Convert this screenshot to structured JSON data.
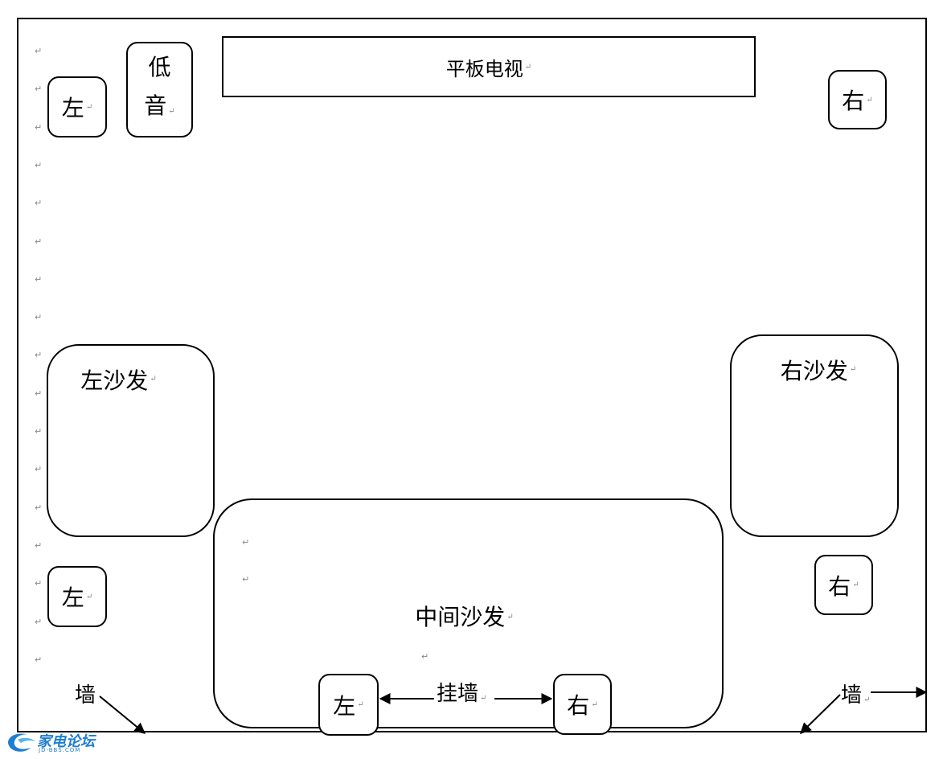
{
  "tv": "平板电视",
  "speakers": {
    "front_left": "左",
    "subwoofer_top": "低",
    "subwoofer_bottom": "音",
    "front_right": "右",
    "rear_left": "左",
    "rear_right": "右",
    "back_left": "左",
    "back_right": "右"
  },
  "sofas": {
    "left": "左沙发",
    "right": "右沙发",
    "center": "中间沙发"
  },
  "labels": {
    "wall_mount": "挂墙",
    "wall_left": "墙",
    "wall_right": "墙"
  },
  "paragraph_mark": "↵",
  "watermark": {
    "name": "家电论坛",
    "domain": "JD-BBS.COM"
  },
  "colors": {
    "stroke": "#000000",
    "mark": "#888888",
    "logo": "#1e7fd0"
  }
}
